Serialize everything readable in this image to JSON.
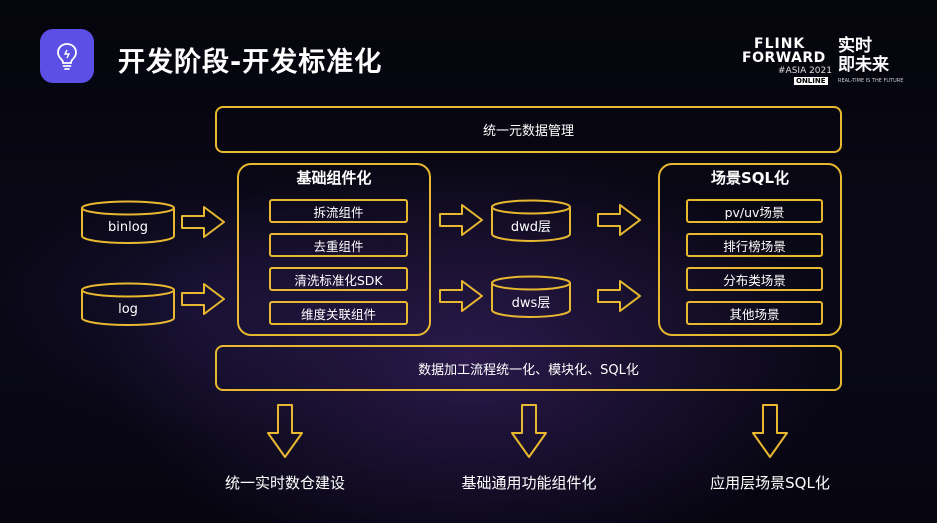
{
  "slide": {
    "title": "开发阶段-开发标准化",
    "icon": "lightbulb-icon",
    "colors": {
      "accent": "#e8b830",
      "icon_bg": "#5b4fe6",
      "background": "#06050e"
    }
  },
  "logo": {
    "line1": "FLINK",
    "line2": "FORWARD",
    "line3": "#ASIA 2021",
    "line4": "ONLINE",
    "cn1": "实时",
    "cn2": "即未来",
    "tagline": "REAL-TIME IS THE FUTURE"
  },
  "diagram": {
    "top_bar": "统一元数据管理",
    "bottom_bar": "数据加工流程统一化、模块化、SQL化",
    "sources": [
      "binlog",
      "log"
    ],
    "component_group": {
      "title": "基础组件化",
      "items": [
        "拆流组件",
        "去重组件",
        "清洗标准化SDK",
        "维度关联组件"
      ]
    },
    "layers": [
      "dwd层",
      "dws层"
    ],
    "sql_group": {
      "title": "场景SQL化",
      "items": [
        "pv/uv场景",
        "排行榜场景",
        "分布类场景",
        "其他场景"
      ]
    },
    "outcomes": [
      "统一实时数仓建设",
      "基础通用功能组件化",
      "应用层场景SQL化"
    ]
  }
}
